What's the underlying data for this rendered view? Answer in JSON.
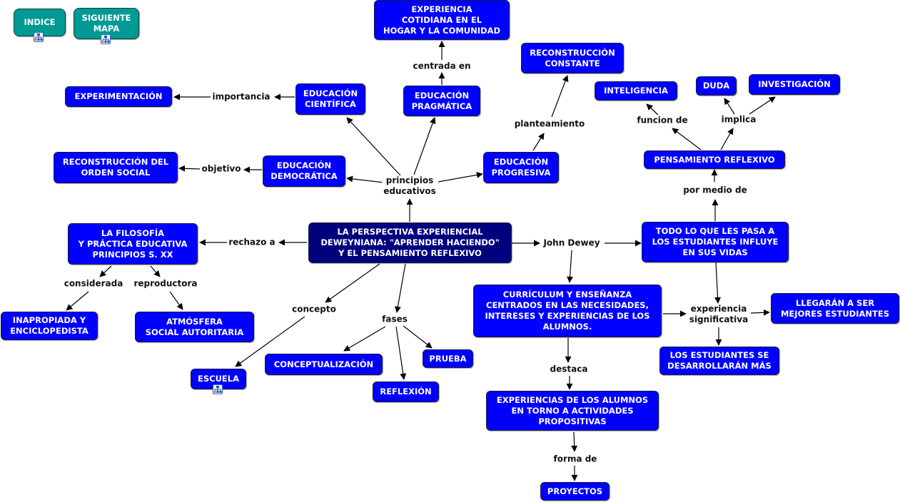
{
  "map_title": "LA PERSPECTIVA EXPERIENCIAL DEWEYNIANA: \"APRENDER HACIENDO\" Y EL PENSAMIENTO REFLEXIVO",
  "colors": {
    "concept_fill": "#0000ff",
    "center_fill": "#00007f",
    "nav_fill": "#009a94",
    "text_on_node": "#ffffff",
    "link_text": "#111111",
    "edge": "#000000"
  },
  "nav": {
    "indice": {
      "label": "INDICE",
      "icon": "submap-icon"
    },
    "siguiente": {
      "label": "SIGUIENTE\nMAPA",
      "icon": "submap-icon"
    }
  },
  "concepts": {
    "center": "LA PERSPECTIVA EXPERIENCIAL\nDEWEYNIANA: \"APRENDER HACIENDO\"\nY EL PENSAMIENTO REFLEXIVO",
    "experiencia_cotidiana": "EXPERIENCIA\nCOTIDIANA EN EL\nHOGAR Y LA COMUNIDAD",
    "reconstruccion_constante": "RECONSTRUCCIÓN\nCONSTANTE",
    "experimentacion": "EXPERIMENTACIÓN",
    "educacion_cientifica": "EDUCACIÓN\nCIENTÍFICA",
    "educacion_pragmatica": "EDUCACIÓN\nPRAGMÁTICA",
    "reconstruccion_orden": "RECONSTRUCCIÓN DEL\nORDEN SOCIAL",
    "educacion_democratica": "EDUCACIÓN\nDEMOCRÁTICA",
    "educacion_progresiva": "EDUCACIÓN\nPROGRESIVA",
    "inteligencia": "INTELIGENCIA",
    "duda": "DUDA",
    "investigacion": "INVESTIGACIÓN",
    "pensamiento_reflexivo": "PENSAMIENTO REFLEXIVO",
    "filosofia": "LA FILOSOFÍA\nY PRÁCTICA EDUCATIVA\nPRINCIPIOS S. XX",
    "todo_lo_que": "TODO LO QUE LES PASA A\nLOS ESTUDIANTES INFLUYE\nEN SUS VIDAS",
    "inapropiada": "INAPROPIADA Y\nENCICLOPEDISTA",
    "atmosfera": "ATMÓSFERA\nSOCIAL AUTORITARIA",
    "curriculum": "CURRÍCULUM Y ENSEÑANZA\nCENTRADOS EN LAS NECESIDADES,\nINTERESES Y EXPERIENCIAS DE LOS\nALUMNOS.",
    "llegaran": "LLEGARÁN A SER\nMEJORES ESTUDIANTES",
    "desarrollaran": "LOS ESTUDIANTES SE\nDESARROLLARÁN MÁS",
    "escuela": "ESCUELA",
    "conceptualizacion": "CONCEPTUALIZACIÓN",
    "prueba": "PRUEBA",
    "reflexion": "REFLEXIÓN",
    "experiencias_alumnos": "EXPERIENCIAS DE LOS ALUMNOS\nEN TORNO A ACTIVIDADES\nPROPOSITIVAS",
    "proyectos": "PROYECTOS"
  },
  "links": {
    "centrada_en": "centrada en",
    "planteamiento": "planteamiento",
    "importancia": "importancia",
    "funcion_de": "funcion de",
    "implica": "implica",
    "objetivo": "objetivo",
    "principios": "principios\neducativos",
    "por_medio_de": "por medio de",
    "rechazo_a": "rechazo a",
    "john_dewey": "John Dewey",
    "considerada": "considerada",
    "reproductora": "reproductora",
    "concepto": "concepto",
    "fases": "fases",
    "experiencia_significativa": "experiencia\nsignificativa",
    "destaca": "destaca",
    "forma_de": "forma de"
  },
  "escuela_icon": "submap-icon"
}
